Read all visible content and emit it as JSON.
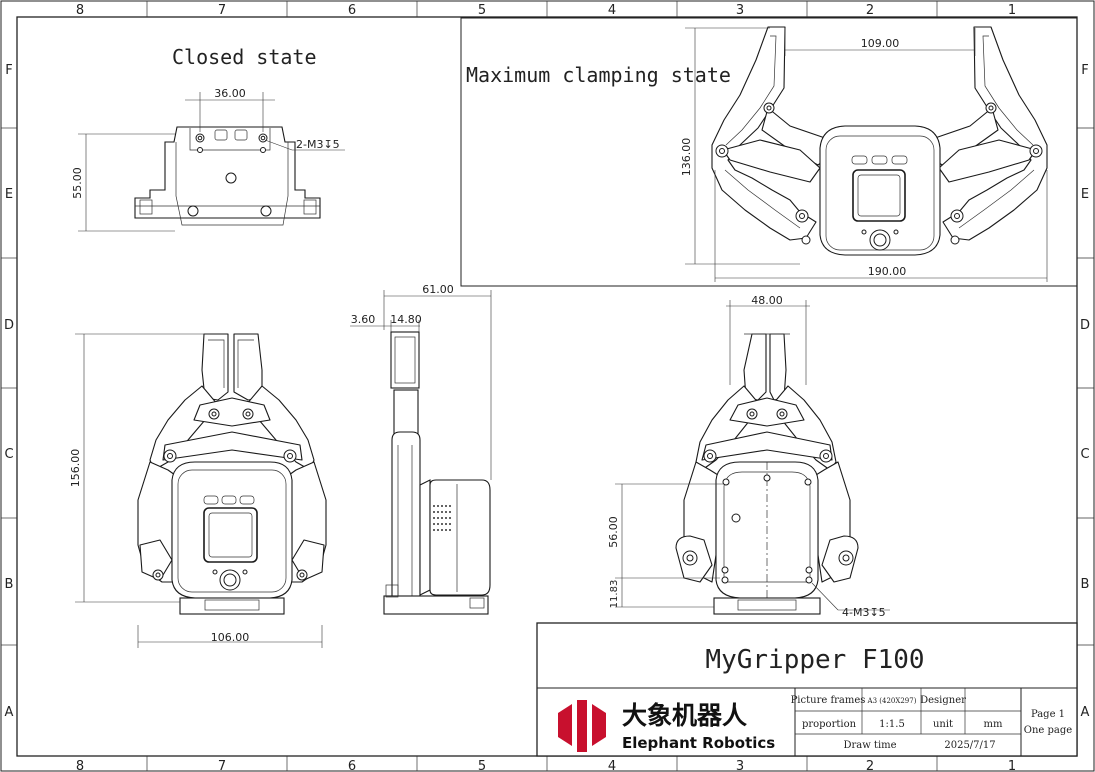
{
  "frame": {
    "columns": [
      "8",
      "7",
      "6",
      "5",
      "4",
      "3",
      "2",
      "1"
    ],
    "rows": [
      "F",
      "E",
      "D",
      "C",
      "B",
      "A"
    ]
  },
  "views": {
    "closed_title": "Closed state",
    "max_title": "Maximum clamping state"
  },
  "dimensions": {
    "closed_width": "36.00",
    "closed_height": "55.00",
    "closed_thread": "2-M3↧5",
    "max_opening": "109.00",
    "max_height": "136.00",
    "max_width": "190.00",
    "front_height": "156.00",
    "front_width": "106.00",
    "side_width": "61.00",
    "side_a": "3.60",
    "side_b": "14.80",
    "back_width": "48.00",
    "back_height": "56.00",
    "back_offset": "11.83",
    "back_thread": "4-M3↧5"
  },
  "title_block": {
    "product": "MyGripper F100",
    "brand_cn": "大象机器人",
    "brand_en": "Elephant Robotics",
    "picture_frames_label": "Picture frames",
    "picture_frames_value": "A3 (420X297)",
    "designer_label": "Designer",
    "designer_value": "",
    "proportion_label": "proportion",
    "proportion_value": "1:1.5",
    "unit_label": "unit",
    "unit_value": "mm",
    "draw_time_label": "Draw time",
    "draw_time_value": "2025/7/17",
    "page": "Page 1",
    "pages": "One page"
  },
  "colors": {
    "logo": "#c8102e",
    "line": "#1a1a1a"
  }
}
